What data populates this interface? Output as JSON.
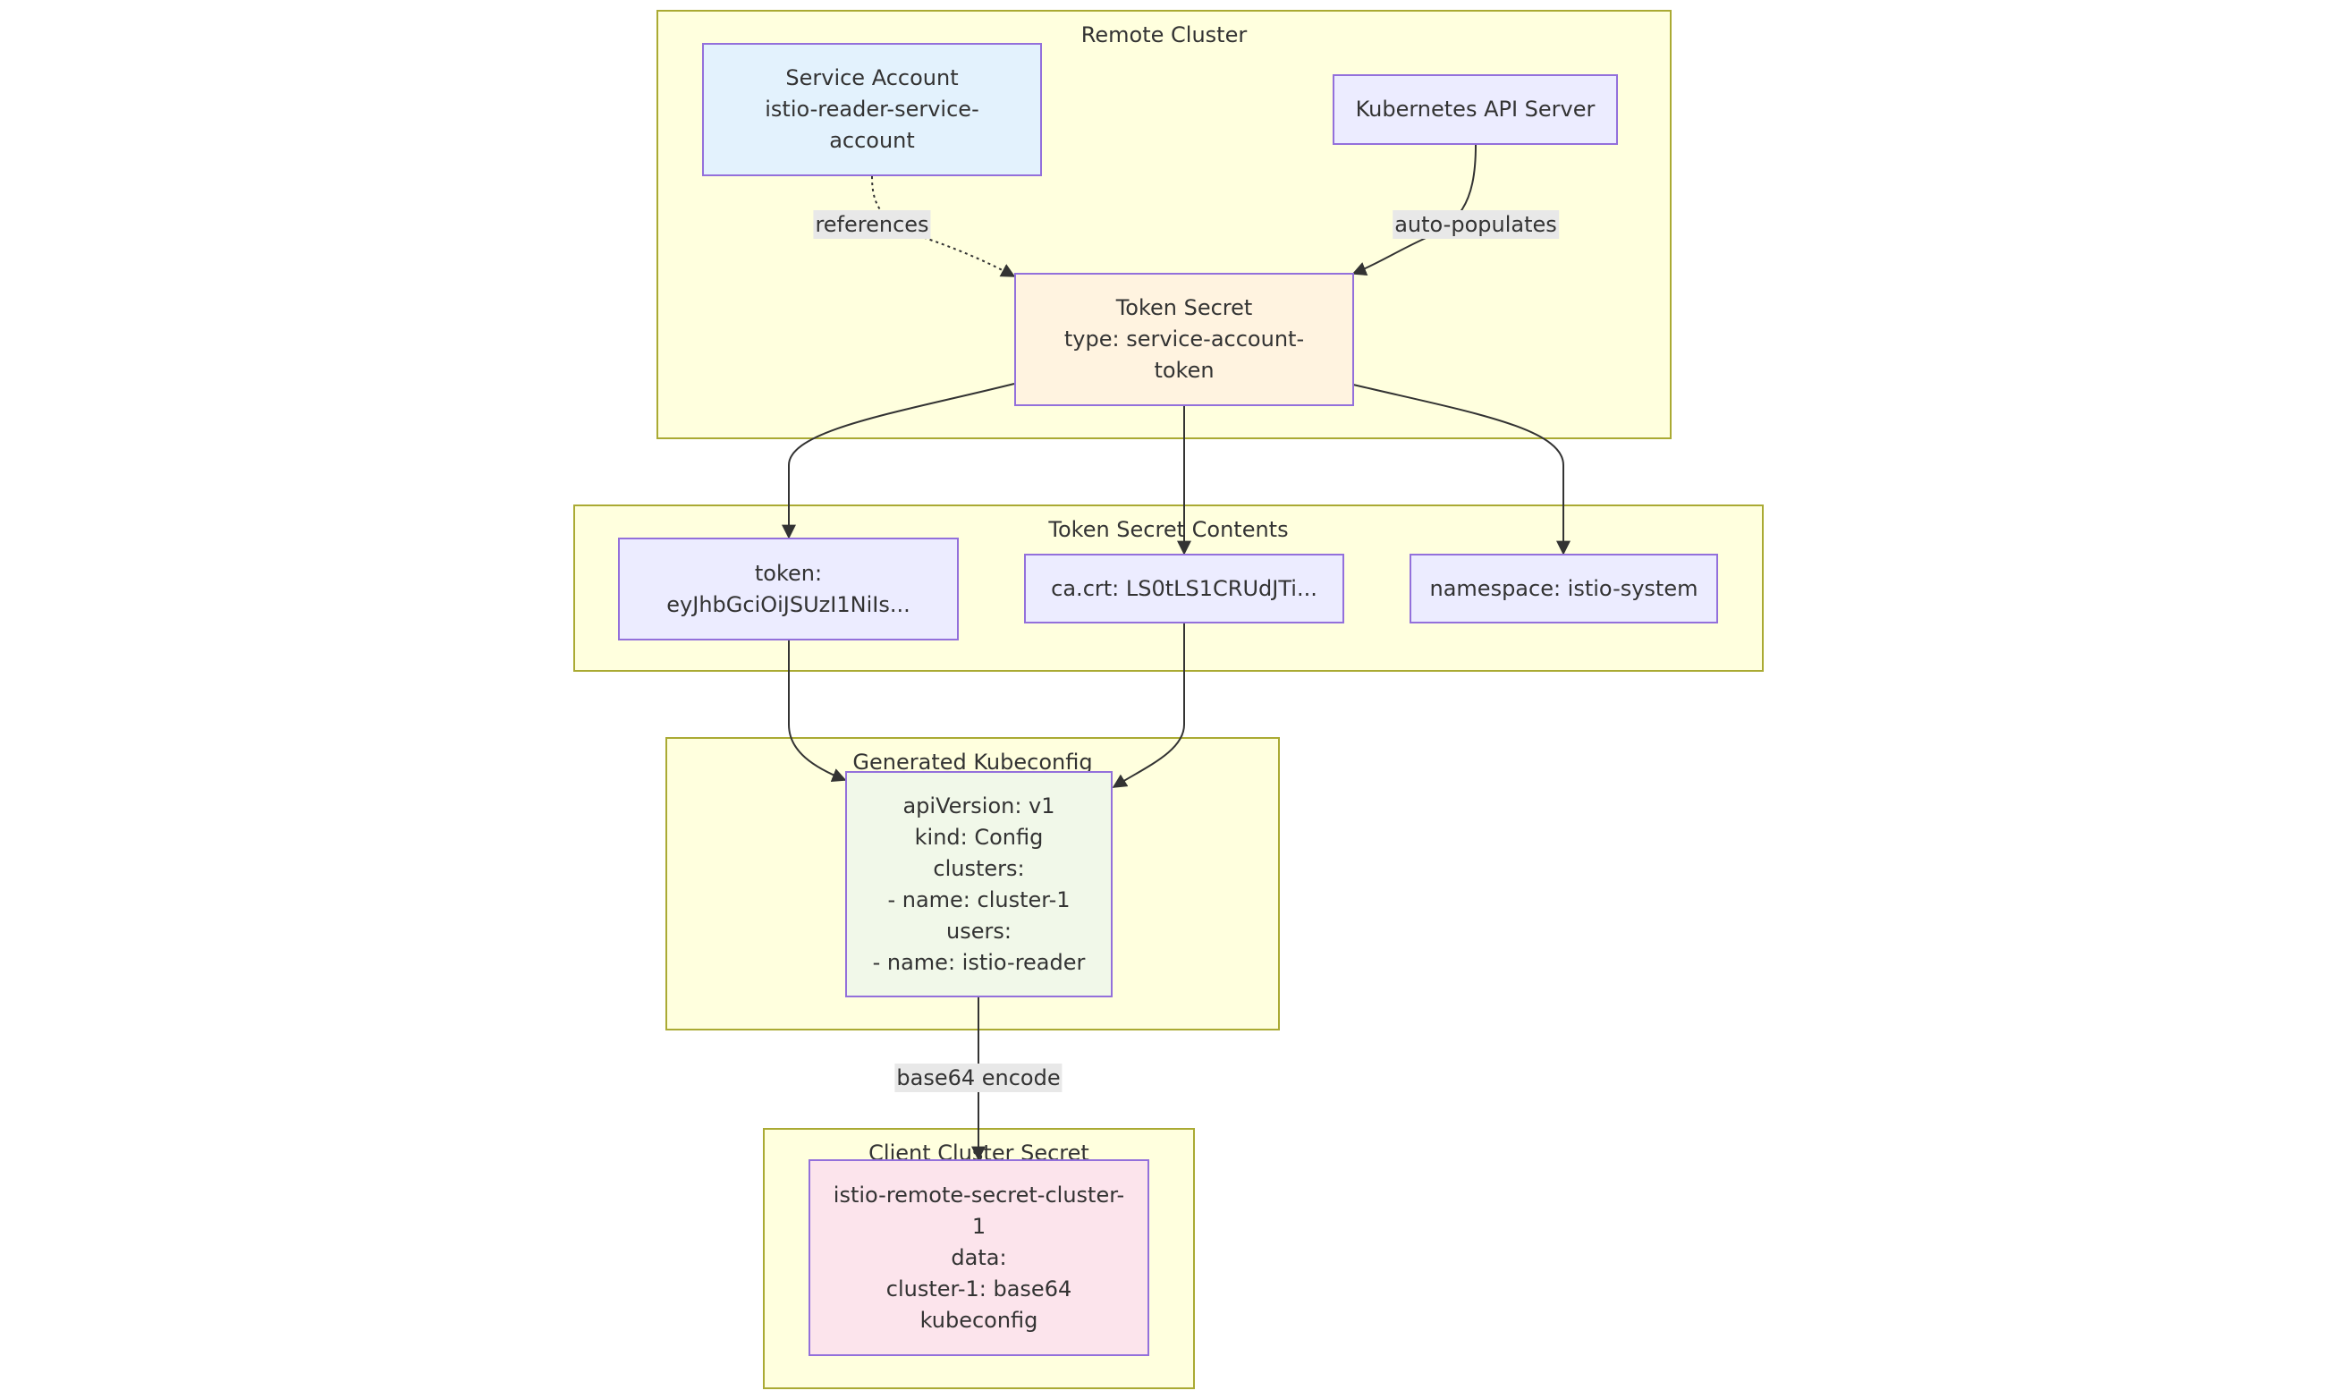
{
  "colors": {
    "cluster_fill": "#ffffde",
    "cluster_border": "#aaaa33",
    "node_border": "#9370db",
    "edge": "#333333",
    "edge_label_bg": "#e8e8e8",
    "service_account_fill": "#e3f2fd",
    "api_server_fill": "#ececff",
    "token_secret_fill": "#fff3e0",
    "contents_fill": "#ececff",
    "kubeconfig_fill": "#f1f8e9",
    "client_secret_fill": "#fce4ec"
  },
  "clusters": {
    "remote": {
      "title": "Remote Cluster"
    },
    "contents": {
      "title": "Token Secret Contents"
    },
    "kubeconfig": {
      "title": "Generated Kubeconfig"
    },
    "client": {
      "title": "Client Cluster Secret"
    }
  },
  "nodes": {
    "service_account": {
      "lines": [
        "Service Account",
        "istio-reader-service-",
        "account"
      ]
    },
    "api_server": {
      "lines": [
        "Kubernetes API Server"
      ]
    },
    "token_secret": {
      "lines": [
        "Token Secret",
        "type: service-account-",
        "token"
      ]
    },
    "token": {
      "lines": [
        "token:",
        "eyJhbGciOiJSUzI1NiIs..."
      ]
    },
    "ca_crt": {
      "lines": [
        "ca.crt: LS0tLS1CRUdJTi..."
      ]
    },
    "namespace": {
      "lines": [
        "namespace: istio-system"
      ]
    },
    "kubeconfig": {
      "lines": [
        "apiVersion: v1",
        "kind: Config",
        "clusters:",
        "- name: cluster-1",
        "users:",
        "- name: istio-reader"
      ]
    },
    "client_secret": {
      "lines": [
        "istio-remote-secret-cluster-",
        "1",
        "data:",
        "cluster-1: base64",
        "kubeconfig"
      ]
    }
  },
  "edges": {
    "references": {
      "label": "references",
      "style": "dotted"
    },
    "auto_populates": {
      "label": "auto-populates",
      "style": "solid"
    },
    "base64_encode": {
      "label": "base64 encode",
      "style": "solid"
    }
  }
}
